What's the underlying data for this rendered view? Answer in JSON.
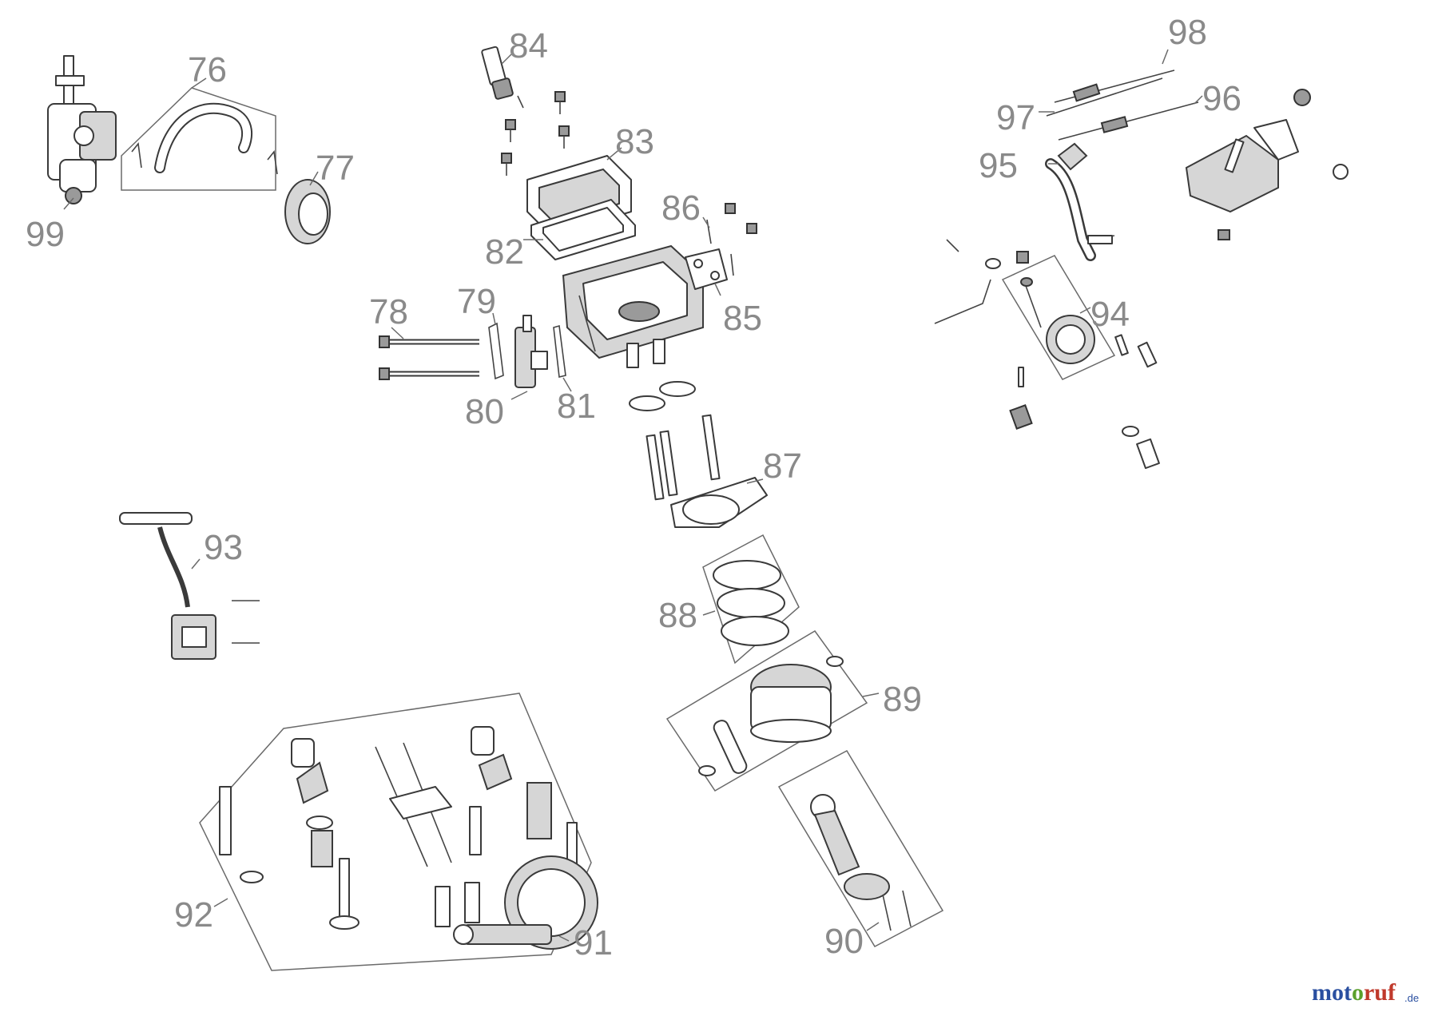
{
  "labels": {
    "p76": "76",
    "p77": "77",
    "p78": "78",
    "p79": "79",
    "p80": "80",
    "p81": "81",
    "p82": "82",
    "p83": "83",
    "p84": "84",
    "p85": "85",
    "p86": "86",
    "p87": "87",
    "p88": "88",
    "p89": "89",
    "p90": "90",
    "p91": "91",
    "p92": "92",
    "p93": "93",
    "p94": "94",
    "p95": "95",
    "p96": "96",
    "p97": "97",
    "p98": "98",
    "p99": "99"
  },
  "watermark": {
    "main": "motoruf",
    "suffix": ".de"
  },
  "colors": {
    "ink": "#3a3a3a",
    "label": "#8a8a8a",
    "logo_blue": "#2a4fa0",
    "logo_green": "#5aa02c",
    "logo_red": "#c0392b"
  }
}
